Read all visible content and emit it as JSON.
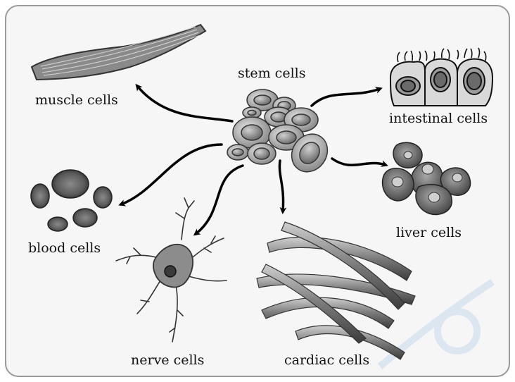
{
  "labels": {
    "stem": "stem cells",
    "muscle": "muscle cells",
    "intestinal": "intestinal cells",
    "blood": "blood cells",
    "liver": "liver cells",
    "nerve": "nerve cells",
    "cardiac": "cardiac cells"
  },
  "colors": {
    "panel": "#f6f6f6",
    "panel_border": "#9a9a9a",
    "cell_fill": "#b9b9b9",
    "arrow": "#000000"
  }
}
